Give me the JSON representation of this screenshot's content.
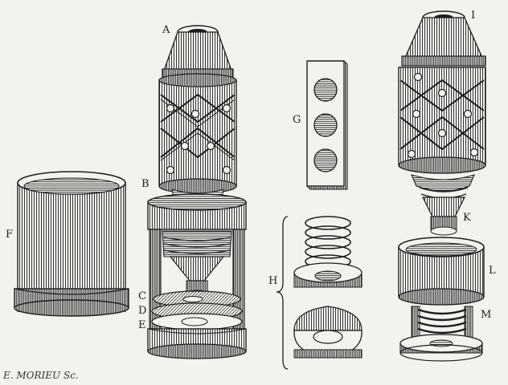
{
  "labels": {
    "A": "A",
    "B": "B",
    "C": "C",
    "D": "D",
    "E": "E",
    "F": "F",
    "G": "G",
    "H": "H",
    "I": "I",
    "K": "K",
    "L": "L",
    "M": "M"
  },
  "credit": "E. MORIEU Sc.",
  "colors": {
    "paper": "#f4f2ee",
    "ink": "#1e1e1e"
  }
}
